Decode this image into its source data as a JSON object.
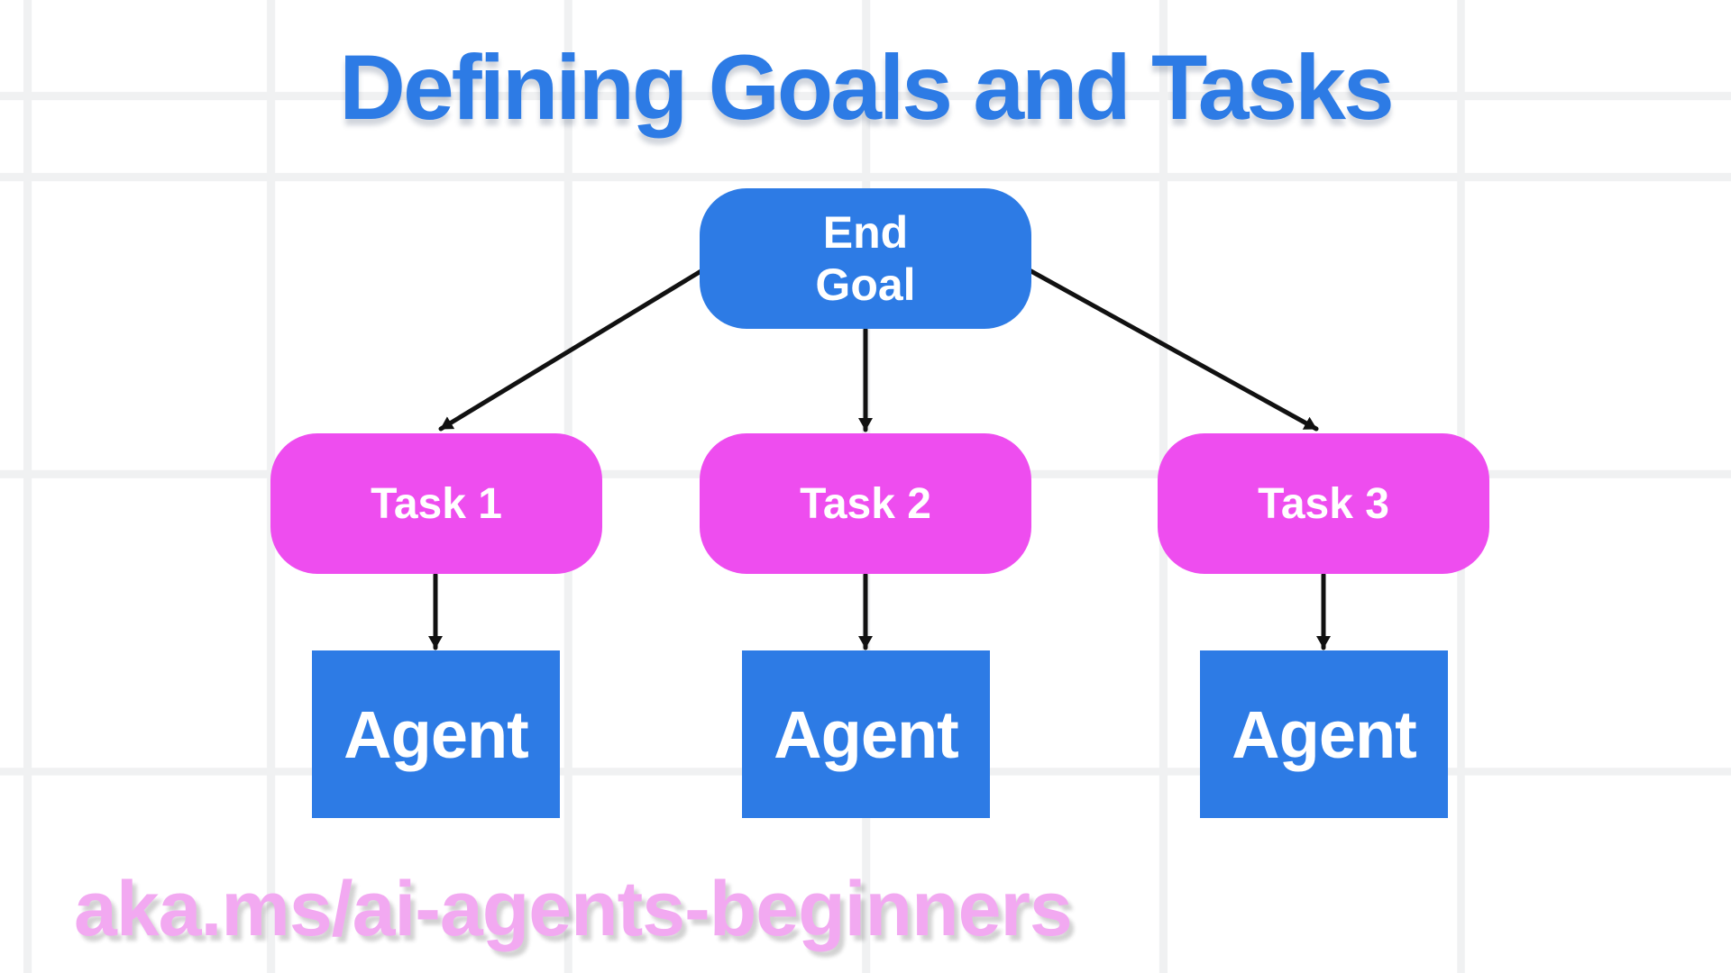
{
  "title": "Defining Goals and Tasks",
  "footer_link": "aka.ms/ai-agents-beginners",
  "diagram": {
    "root": {
      "label": "End\nGoal"
    },
    "tasks": [
      {
        "label": "Task 1"
      },
      {
        "label": "Task 2"
      },
      {
        "label": "Task 3"
      }
    ],
    "agents": [
      {
        "label": "Agent"
      },
      {
        "label": "Agent"
      },
      {
        "label": "Agent"
      }
    ]
  },
  "colors": {
    "primary_blue": "#2D7BE5",
    "task_pink": "#EE4DEF",
    "footer_pink": "#F2A9F1",
    "arrow_black": "#111111",
    "grid_line": "#F0F1F2",
    "background": "#FFFFFF",
    "text_white": "#FFFFFF"
  }
}
